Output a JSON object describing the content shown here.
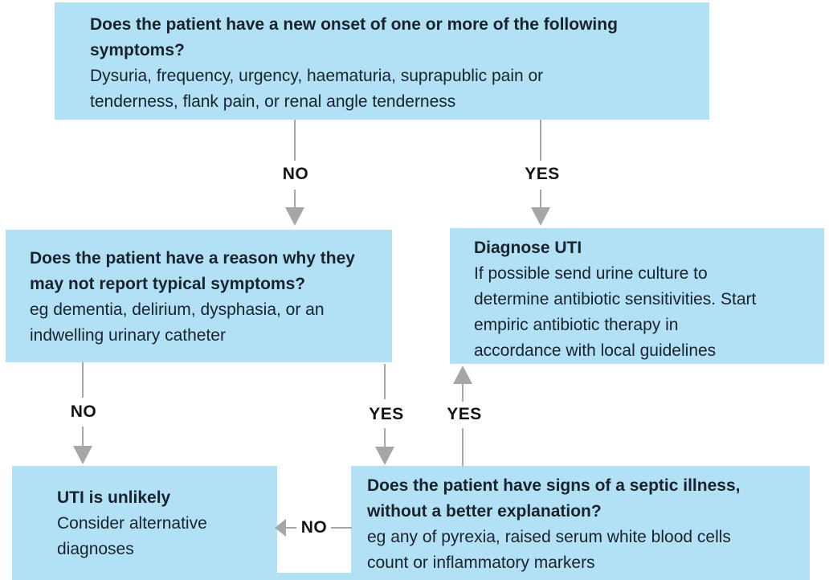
{
  "diagram_type": "flowchart",
  "topic": "UTI diagnosis decision pathway",
  "colors": {
    "node_fill": "#b2e0f4",
    "arrow_gray": "#a6a6a6",
    "node_text": "#19232e",
    "edge_label_text": "#141414",
    "background": "#ffffff"
  },
  "nodes": {
    "symptom_onset": {
      "title_lines": [
        "Does the patient have a new onset of one or more of the following",
        "symptoms?"
      ],
      "body_lines": [
        "Dysuria, frequency, urgency, haematuria, suprapublic pain or",
        "tenderness, flank pain, or renal angle tenderness"
      ]
    },
    "atypical_reason": {
      "title_lines": [
        "Does the patient have a reason why they",
        "may not report typical symptoms?"
      ],
      "body_lines": [
        "eg dementia, delirium, dysphasia, or an",
        "indwelling urinary catheter"
      ]
    },
    "diagnose_uti": {
      "title_lines": [
        "Diagnose UTI"
      ],
      "body_lines": [
        "If possible send urine culture to",
        "determine antibiotic sensitivities. Start",
        "empiric antibiotic therapy in",
        "accordance with local guidelines"
      ]
    },
    "uti_unlikely": {
      "title_lines": [
        "UTI is unlikely"
      ],
      "body_lines": [
        "Consider alternative",
        "diagnoses"
      ]
    },
    "septic_illness": {
      "title_lines": [
        "Does the patient have signs of a septic illness,",
        "without a better explanation?"
      ],
      "body_lines": [
        "eg any of pyrexia, raised serum white blood cells",
        "count or inflammatory markers"
      ]
    }
  },
  "edges": {
    "onset_no": {
      "label": "NO",
      "from": "symptom_onset",
      "to": "atypical_reason"
    },
    "onset_yes": {
      "label": "YES",
      "from": "symptom_onset",
      "to": "diagnose_uti"
    },
    "atypical_no": {
      "label": "NO",
      "from": "atypical_reason",
      "to": "uti_unlikely"
    },
    "atypical_yes": {
      "label": "YES",
      "from": "atypical_reason",
      "to": "septic_illness"
    },
    "septic_yes": {
      "label": "YES",
      "from": "septic_illness",
      "to": "diagnose_uti"
    },
    "septic_no": {
      "label": "NO",
      "from": "septic_illness",
      "to": "uti_unlikely"
    }
  }
}
